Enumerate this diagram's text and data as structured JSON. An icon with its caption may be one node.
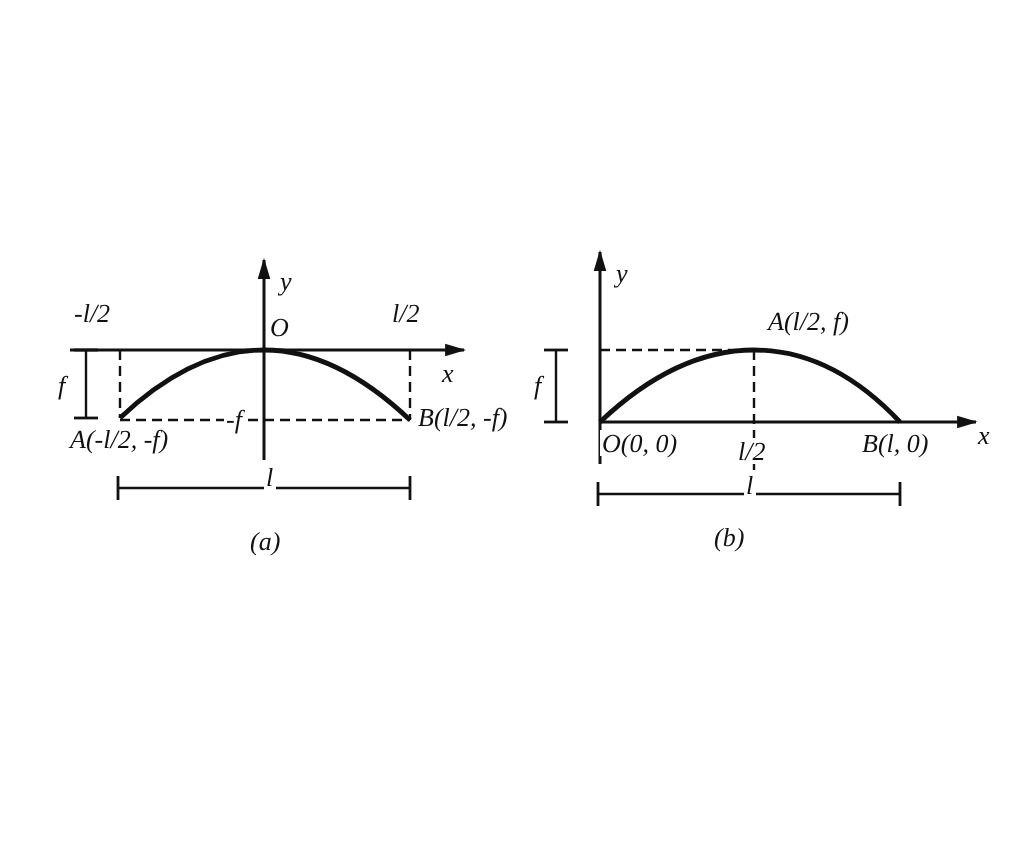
{
  "diagram": {
    "labels": [
      "y",
      "-l/2",
      "O",
      "l/2",
      "x",
      "f",
      "-f",
      "A(-l/2, -f)",
      "B(l/2, -f)",
      "l",
      "(a)",
      "y",
      "A(l/2, f)",
      "f",
      "O(0, 0)",
      "l/2",
      "B(l, 0)",
      "x",
      "l",
      "(b)"
    ]
  }
}
